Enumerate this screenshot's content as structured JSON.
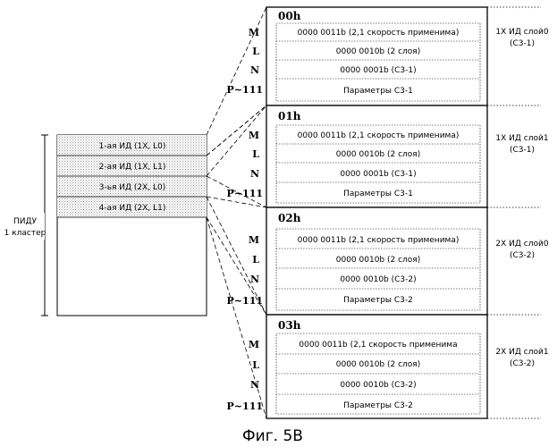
{
  "left_block": {
    "label_line1": "ПИДУ",
    "label_line2": "1 кластер",
    "rows": [
      "1-ая ИД (1X, L0)",
      "2-ая ИД (1X, L1)",
      "3-ья ИД (2X, L0)",
      "4-ая ИД (2X, L1)"
    ]
  },
  "field_letters": [
    "M",
    "L",
    "N",
    "P~111"
  ],
  "sections": [
    {
      "header": "00h",
      "fields": [
        "0000 0011b (2,1 скорость применима)",
        "0000 0010b (2 слоя)",
        "0000 0001b (C3-1)",
        "Параметры C3-1"
      ],
      "side_line1": "1X ИД слой0",
      "side_line2": "(C3-1)"
    },
    {
      "header": "01h",
      "fields": [
        "0000 0011b (2,1 скорость применима)",
        "0000 0010b (2 слоя)",
        "0000 0001b (C3-1)",
        "Параметры C3-1"
      ],
      "side_line1": "1X ИД слой1",
      "side_line2": "(C3-1)"
    },
    {
      "header": "02h",
      "fields": [
        "0000 0011b (2,1 скорость применима)",
        "0000 0010b (2 слоя)",
        "0000 0010b (C3-2)",
        "Параметры C3-2"
      ],
      "side_line1": "2X ИД слой0",
      "side_line2": "(C3-2)"
    },
    {
      "header": "03h",
      "fields": [
        "0000 0011b (2,1 скорость применима",
        "0000 0010b (2 слоя)",
        "0000 0010b (C3-2)",
        "Параметры C3-2"
      ],
      "side_line1": "2X ИД слой1",
      "side_line2": "(C3-2)"
    }
  ],
  "caption": "Фиг. 5B"
}
